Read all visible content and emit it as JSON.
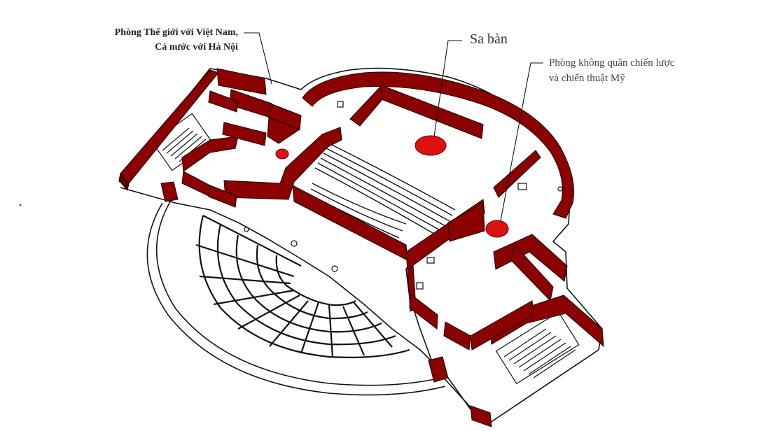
{
  "labels": {
    "room_world": {
      "line1": "Phòng Thế giới với Việt Nam,",
      "line2": "Cả nước với Hà Nội"
    },
    "sand_table": "Sa bàn",
    "air_defense": {
      "line1": "Phòng không quân chiến lược",
      "line2": "và chiến thuật Mỹ"
    }
  },
  "colors": {
    "wall": "#8b0000",
    "wall_top": "#a81010",
    "marker": "#dd1111",
    "line": "#111111"
  }
}
